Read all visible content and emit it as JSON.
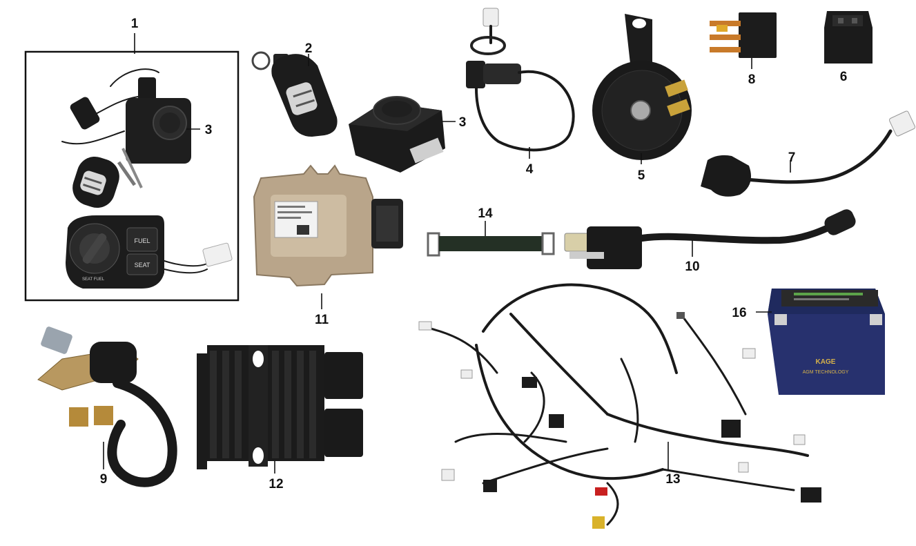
{
  "parts": [
    {
      "id": "p1",
      "label": "1"
    },
    {
      "id": "p2",
      "label": "2"
    },
    {
      "id": "p3a",
      "label": "3"
    },
    {
      "id": "p3b",
      "label": "3"
    },
    {
      "id": "p4",
      "label": "4"
    },
    {
      "id": "p5",
      "label": "5"
    },
    {
      "id": "p6",
      "label": "6"
    },
    {
      "id": "p7",
      "label": "7"
    },
    {
      "id": "p8",
      "label": "8"
    },
    {
      "id": "p9",
      "label": "9"
    },
    {
      "id": "p10",
      "label": "10"
    },
    {
      "id": "p11",
      "label": "11"
    },
    {
      "id": "p12",
      "label": "12"
    },
    {
      "id": "p13",
      "label": "13"
    },
    {
      "id": "p14",
      "label": "14"
    },
    {
      "id": "p16",
      "label": "16"
    }
  ],
  "switch_labels": {
    "fuel": "FUEL",
    "seat": "SEAT",
    "seat_fuel": "SEAT FUEL"
  },
  "battery": {
    "brand": "KAGE",
    "subtitle": "AGM TECHNOLOGY"
  },
  "colors": {
    "ink": "#111111",
    "part_black": "#1b1b1b",
    "battery_blue": "#27316e",
    "ecu_metal": "#b9a58a"
  }
}
